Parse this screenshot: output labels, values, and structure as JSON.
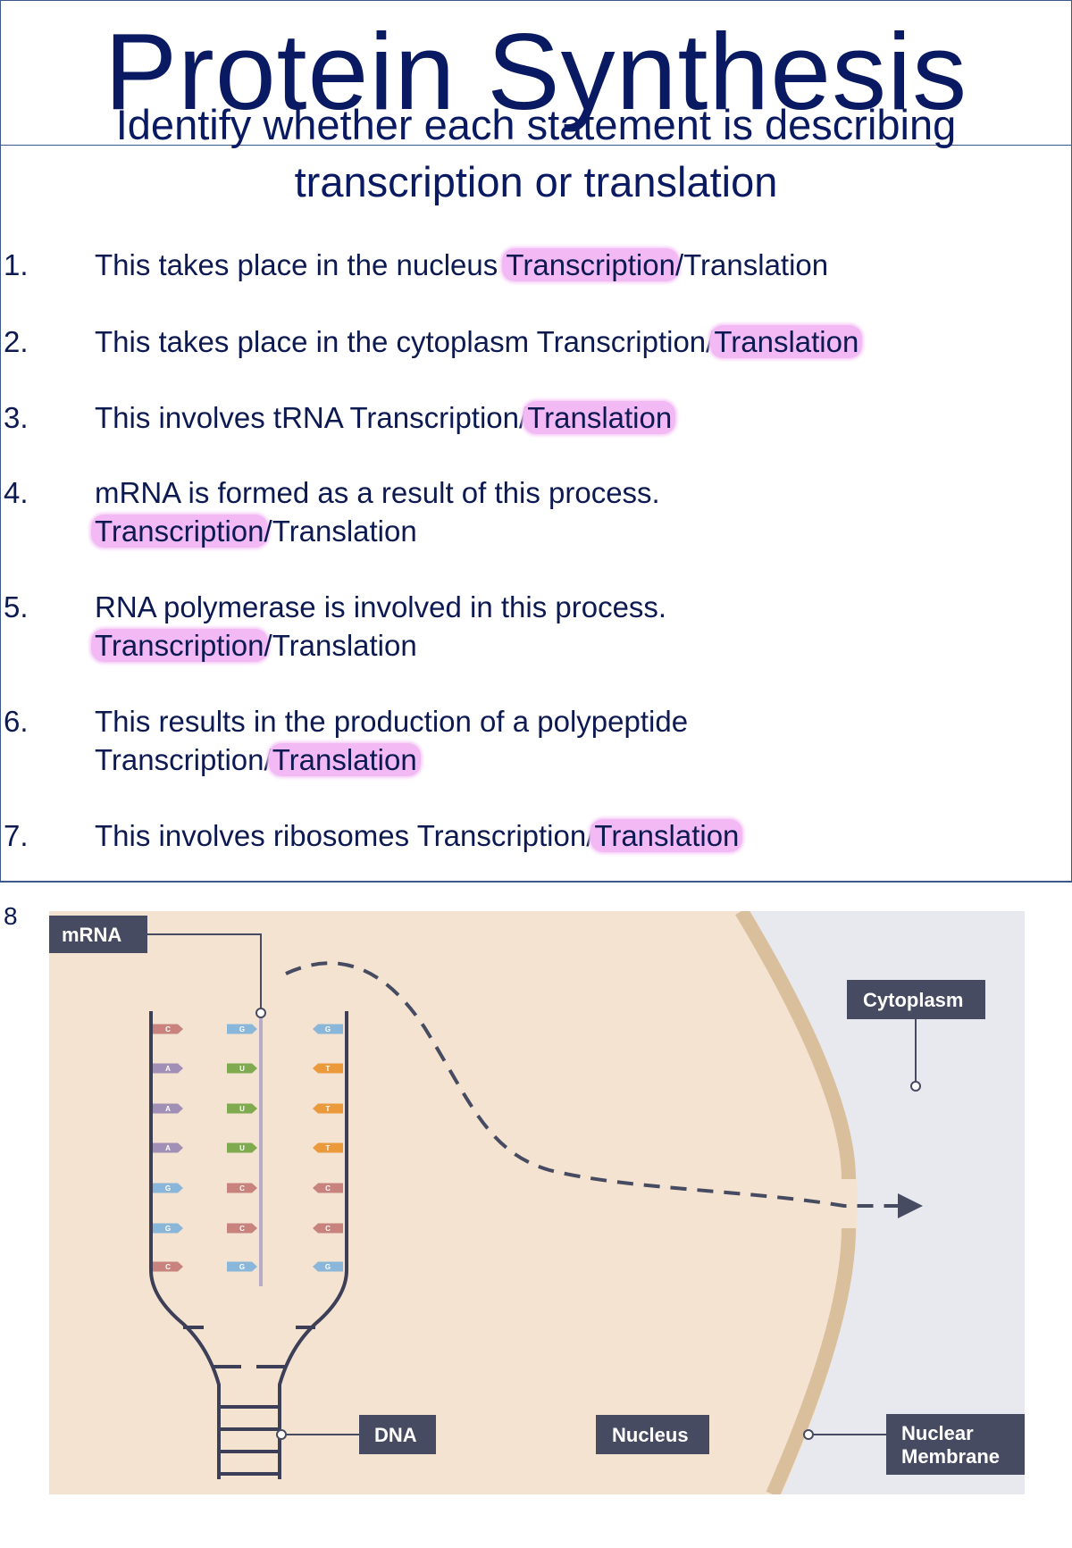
{
  "title": "Protein Synthesis",
  "subtitle": "Identify whether each statement is describing transcription or translation",
  "option_separator": "/",
  "questions": [
    {
      "number": "1.",
      "text": "This takes place in the nucleus ",
      "option_a": "Transcription",
      "option_b": "Translation",
      "highlighted": "a"
    },
    {
      "number": "2.",
      "text": "This takes place in the cytoplasm ",
      "option_a": "Transcription",
      "option_b": "Translation",
      "highlighted": "b"
    },
    {
      "number": "3.",
      "text": "This involves tRNA ",
      "option_a": "Transcription",
      "option_b": "Translation",
      "highlighted": "b"
    },
    {
      "number": "4.",
      "text": "mRNA is formed as a result of this process.",
      "option_a": "Transcription",
      "option_b": "Translation",
      "highlighted": "a"
    },
    {
      "number": "5.",
      "text": "RNA polymerase is involved in this process.",
      "option_a": "Transcription",
      "option_b": "Translation",
      "highlighted": "a"
    },
    {
      "number": "6.",
      "text": "This results in the production of a polypeptide",
      "option_a": "Transcription",
      "option_b": "Translation",
      "highlighted": "b"
    },
    {
      "number": "7.",
      "text": "This involves ribosomes ",
      "option_a": "Transcription",
      "option_b": "Translation",
      "highlighted": "b"
    }
  ],
  "question_8_number": "8",
  "diagram": {
    "labels": {
      "mrna": "mRNA",
      "cytoplasm": "Cytoplasm",
      "dna": "DNA",
      "nucleus": "Nucleus",
      "nuclear_membrane_line1": "Nuclear",
      "nuclear_membrane_line2": "Membrane"
    },
    "bases_left": [
      "C",
      "A",
      "A",
      "A",
      "G",
      "G",
      "C"
    ],
    "bases_middle": [
      "G",
      "U",
      "U",
      "U",
      "C",
      "C",
      "G"
    ],
    "bases_right": [
      "G",
      "T",
      "T",
      "T",
      "C",
      "C",
      "G"
    ],
    "colors": {
      "nucleus_fill": "#f3e3d0",
      "cytoplasm_fill": "#e8e9ef",
      "membrane": "#d9bf9c",
      "label_box": "#474b62",
      "strand": "#3c3f57",
      "base_C": "#c9837e",
      "base_A": "#a28fb6",
      "base_G": "#8ab7d9",
      "base_U": "#7faa4f",
      "base_T": "#eb9a3b",
      "highlight": "#f2b9f4"
    }
  }
}
